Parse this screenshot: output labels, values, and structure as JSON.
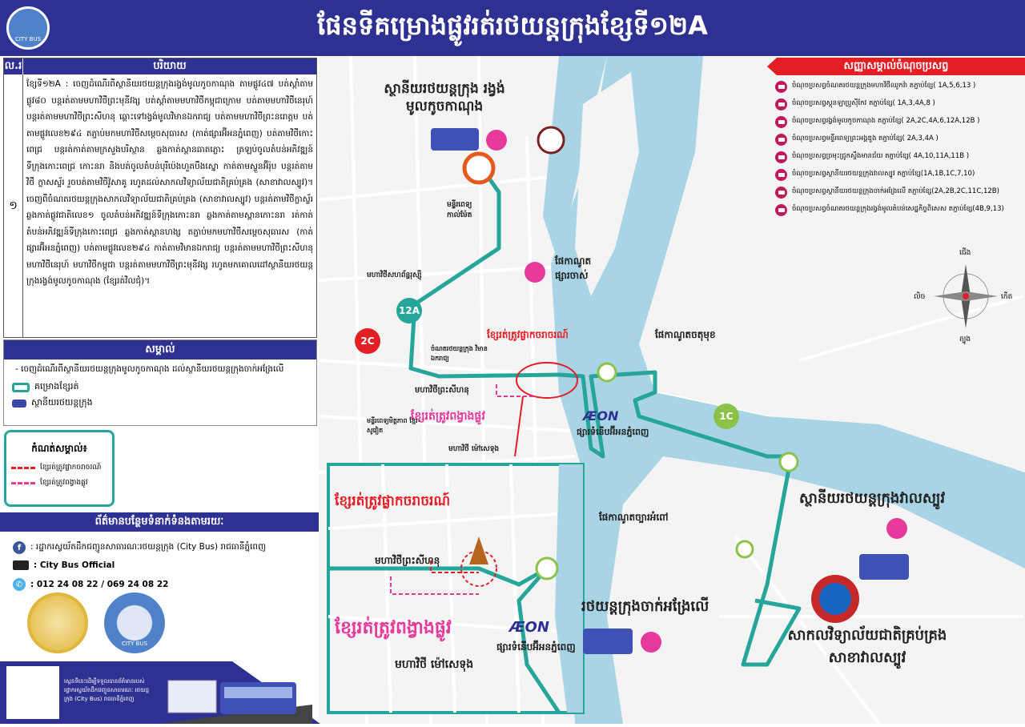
{
  "header": {
    "title": "ផែនទីគម្រោងផ្លូវរត់រថយន្តក្រុងខ្សែទី១២A",
    "logo_text": "CITY BUS"
  },
  "description": {
    "col_no": "ល.រ",
    "col_desc": "បរិយាយ",
    "row_no": "១",
    "text": "ខ្សែទី១២A : ចេញដំណើរពីស្ថានីយរថយន្តក្រុងរង្វង់មូលកូចកាណុង តាមផ្លូវ៤៧ បត់ស្តាំតាមផ្លូវ៨០ បន្តរត់តាមមហាវិថីព្រះមុនីវង្ស បត់ស្តាំតាមមហាវិថីកម្ពុជាក្រោម បត់តាមមហាវិថីនេរុហ៍ បន្តរត់តាមមហាវិថីព្រះសីហនុ ឆ្ពោះទៅរង្វង់មូលវិមានឯករាជ្យ បត់តាមមហាវិថីព្រះនរោត្តម បត់តាមផ្លូវលេខ២៩៤ តភ្ជាប់មកមហាវិថីសម្តេចសុធារស (កាត់ផ្សារអ៊ីអនភ្នំពេញ) បត់តាមវិថីកោះពេជ្រ បន្តរត់កាត់តាមក្រសួងបរិស្ថាន ឆ្លងកាត់ស្ពានធាតភ្លោះ ត្រឡប់ចូលតំបន់អភិវឌ្ឍន៍ទីក្រុងកោះពេជ្រ កោះនរា និងបត់ចូលតំបន់បុរីប៉េងហួតបឹងស្នោ កាត់តាមស្ទួនអ៊ីរ៉ុប បន្តរត់តាមវិថី ក្លាសស្ទ័រ រួចបត់តាមវិថីវ៉ូសាគូ រហូតដល់សាកលវិទ្យាល័យជាតិគ្រប់គ្រង (សាខាវាលស្បូវ)។ ចេញពីចំណតរថយន្តក្រុងសាកលវិទ្យាល័យជាតិគ្រប់គ្រង (សាខាវាលស្បូវ) បន្តរត់តាមវិថីក្លាស្ទ័រ ឆ្លងកាត់ផ្លូវជាតិលេខ១ ចូលតំបន់អភិវឌ្ឍន៍ទីក្រុងកោះនរា ឆ្លងកាត់តាមស្ពានកោះនរា រត់កាត់តំបន់អភិវឌ្ឍន៍ទីក្រុងកោះពេជ្រ ឆ្លងកាត់ស្ពានហង្ស តភ្ជាប់មកមហាវិថីសម្តេចសុធារស (កាត់ផ្សារអ៊ីអនភ្នំពេញ) បត់តាមផ្លូវលេខ២៩៤ កាត់តាមវិមានឯករាជ្យ បន្តរត់តាមមហាវិថីព្រះសីហនុ មហាវិថីនេរុហ៍ មហាវិថីកម្ពុជា បន្តរត់តាមមហាវិថីព្រះមុនីវង្ស រហូតមកគោលដៅស្ថានីយរថយន្តក្រុងរង្វង់មូលកូចកាណុង (ខ្សែរត់វិលជុំ)។"
  },
  "note": {
    "title": "សម្គាល់",
    "line": "- ចេញដំណើរពីស្ថានីយរថយន្តក្រុងមូលកូចកាណុង ដល់ស្ថានីយរថយន្តក្រុងចាក់អង្រែលើ",
    "route_label": "គម្រោងខ្សែរត់",
    "station_label": "ស្ថានីយរថយន្តក្រុង"
  },
  "diversion": {
    "title": "កំណត់សម្គាល់៖",
    "items": [
      {
        "label": "ខ្សែរត់ត្រូវផ្លាកចរាចរណ៍",
        "color": "#e31e24"
      },
      {
        "label": "ខ្សែរត់ត្រូវពង្វាងផ្លូវ",
        "color": "#e6399b"
      }
    ]
  },
  "contact": {
    "title": "ព័ត៌មានបន្ថែមទំនាក់ទំនងតាមរយៈ",
    "facebook": ": រដ្ឋាករស្វយ័តដឹកជញ្ជូនសាធារណៈរថយន្តក្រុង (City Bus) រាជធានីភ្នំពេញ",
    "app": ": City Bus Official",
    "phone": ": 012 24 08 22 / 069 24 08 22",
    "qr_text": "ស្កេនទីនេះដើម្បីទទួលបានព័ត៌មានរបស់ រដ្ឋាករស្វយ័តដឹកជញ្ជូនសាធារណៈ រថយន្តក្រុង (City Bus) រាជធានីភ្នំពេញ",
    "seal_text": "CITY BUS"
  },
  "transfer_legend": {
    "title": "សញ្ញាសម្គាល់ចំណុចប្រសព្វ",
    "items": [
      "ចំណុចប្រសព្វចំណតរថយន្តក្រុងមហាវិថីឈូកវ៉ា តភ្ជាប់ខ្សែ( 1A,5,6,13 )",
      "ចំណុចប្រសព្វស្ដុនឡាប្រូស៊ីកែវ តភ្ជាប់ខ្សែ( 1A,3,4A,8 )",
      "ចំណុចប្រសព្វរង្វង់មូលកូចកាណុង តភ្ជាប់ខ្សែ( 2A,2C,4A,6,12A,12B )",
      "ចំណុចប្រសព្វមន្ទីរពេទ្យព្រះអង្គឌួង តភ្ជាប់ខ្សែ( 2A,3,4A )",
      "ចំណុចប្រសព្វច្រមុះជ្រូកស្ទឹងមានជ័យ តភ្ជាប់ខ្សែ( 4A,10,11A,11B )",
      "ចំណុចប្រសព្វស្ថានីយរថយន្តក្រុងវាលស្បូវ តភ្ជាប់ខ្សែ(1A,1B,1C,7,10)",
      "ចំណុចប្រសព្វស្ថានីយរថយន្តក្រុងចាក់អង្រែលើ តភ្ជាប់ខ្សែ(2A,2B,2C,11C,12B)",
      "ចំណុចប្រសព្វចំណតរថយន្តក្រុងរង្វង់មូលតំបន់សេដ្ឋកិច្ចពិសេស តភ្ជាប់ខ្សែ(4B,9,13)"
    ]
  },
  "map": {
    "station_kouch_kanong": "ស្ថានីយរថយន្តក្រុង រង្វង់មូលកូចកាណុង",
    "station_veal_sbov": "ស្ថានីយរថយន្តក្រុងវាលស្បូវ",
    "station_chak_angre": "រថយន្តក្រុងចាក់អង្រែលើ",
    "university": "សាកលវិទ្យាល័យជាតិគ្រប់គ្រង សាខាវាលស្បូវ",
    "ferry_old_market": "ផែកាណូត ផ្សារចាស់",
    "ferry_chaktomuk": "ផែកាណូតចតុមុខ",
    "ferry_chbar_ampov": "ផែកាណូតច្បារអំពៅ",
    "detour_red": "ខ្សែរត់ត្រូវផ្លាកចរាចរណ៍",
    "detour_pink": "ខ្សែរត់ត្រូវពង្វាងផ្លូវ",
    "aeon": "ÆON",
    "aeon_name": "ផ្សារទំនើបអ៊ីអនភ្នំពេញ",
    "sihanouk_blvd": "មហាវិថីព្រះសីហនុ",
    "mao_blvd": "មហាវិថី ម៉ៅសេទុង",
    "russian_blvd": "មហាវិថីសហព័ន្ធរុស្ស៊ី",
    "hospital_calmette": "មន្ទីរពេទ្យ កាល់ម៉ែត",
    "hospital_khmer_soviet": "មន្ទីរពេទ្យមិត្តភាព ខ្មែរ-សូវៀត",
    "independence": "ចំណតរថយន្តក្រុង វិមានឯករាជ្យ",
    "badges": [
      {
        "label": "12A",
        "color": "#26a69a"
      },
      {
        "label": "2C",
        "color": "#e31e24"
      },
      {
        "label": "1C",
        "color": "#8bc34a"
      }
    ],
    "route_color": "#26a69a",
    "river_color": "#a8d4e6",
    "compass": {
      "n": "ជើង",
      "s": "ត្បូង",
      "e": "កើត",
      "w": "លិច"
    }
  }
}
